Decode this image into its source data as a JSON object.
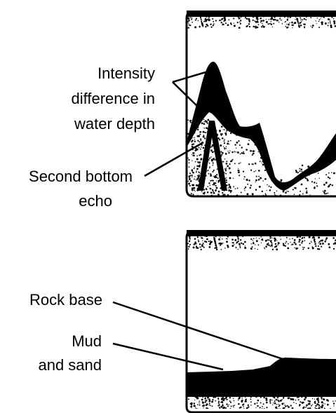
{
  "labels": {
    "intensity_line1": "Intensity",
    "intensity_line2": "difference in",
    "intensity_line3": "water depth",
    "second_bottom_line1": "Second bottom",
    "second_bottom_line2": "echo",
    "rock_base": "Rock base",
    "mud_line1": "Mud",
    "mud_line2": "and sand"
  },
  "colors": {
    "ink": "#000000",
    "paper": "#ffffff"
  }
}
